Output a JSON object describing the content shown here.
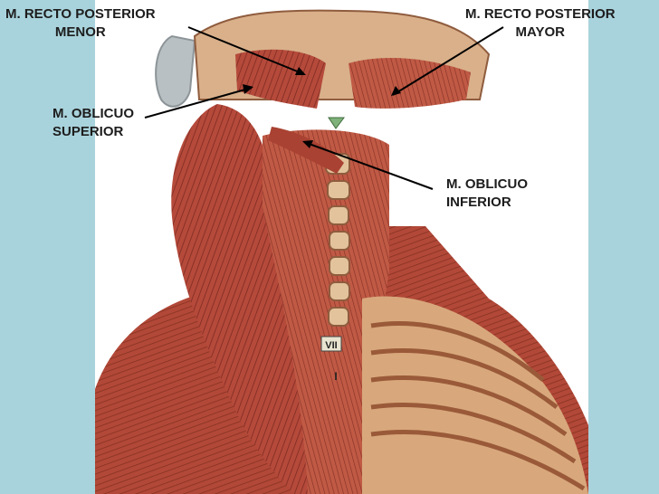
{
  "slide": {
    "background_color": "#a9d3dc",
    "image_background": "#ffffff",
    "image_subject": "anatomical illustration of posterior neck and upper back muscles"
  },
  "labels": {
    "recto_menor": {
      "line1": "M. RECTO POSTERIOR",
      "line2": "MENOR"
    },
    "recto_mayor": {
      "line1": "M. RECTO POSTERIOR",
      "line2": "MAYOR"
    },
    "oblicuo_superior": {
      "line1": "M. OBLICUO",
      "line2": "SUPERIOR"
    },
    "oblicuo_inferior": {
      "line1": "M. OBLICUO",
      "line2": "INFERIOR"
    }
  },
  "vertebra_marks": {
    "upper": "VII",
    "lower": "I"
  },
  "colors": {
    "muscle": "#b34a3a",
    "muscle_dark": "#7e2a22",
    "bone": "#e3c39c",
    "pointer": "#000000"
  }
}
